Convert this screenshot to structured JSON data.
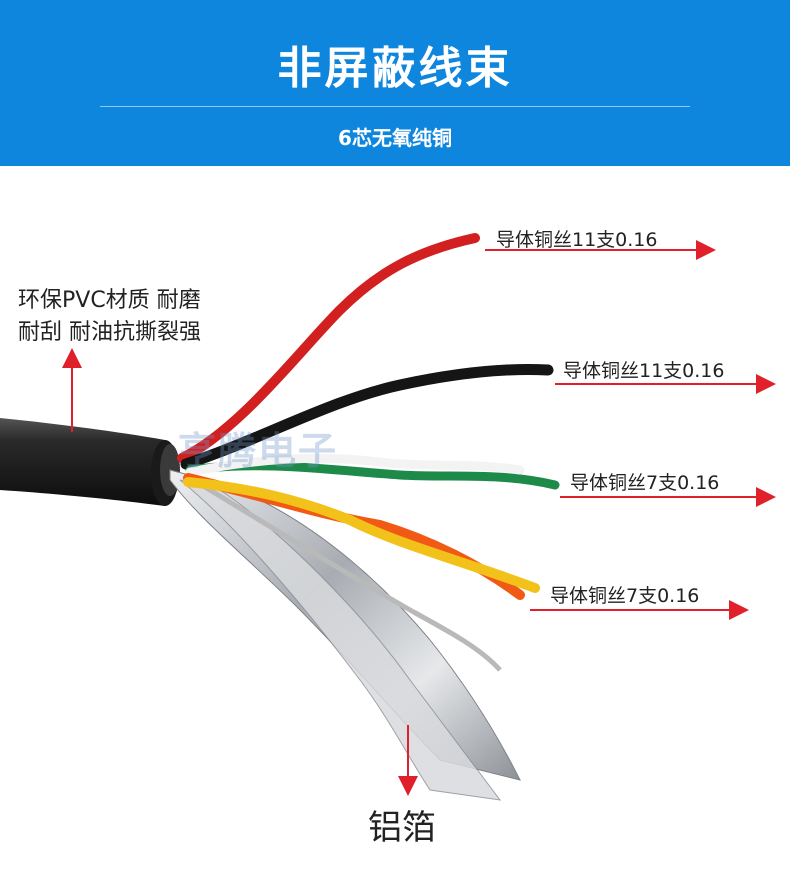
{
  "banner": {
    "title": "非屏蔽线束",
    "subtitle": "6芯无氧纯铜"
  },
  "labels": {
    "conductor_red": "导体铜丝11支0.16",
    "conductor_black": "导体铜丝11支0.16",
    "conductor_green": "导体铜丝7支0.16",
    "conductor_yellow": "导体铜丝7支0.16",
    "jacket_line1": "环保PVC材质 耐磨",
    "jacket_line2": "耐刮 耐油抗撕裂强",
    "foil": "铝箔"
  },
  "watermark": "亨腾电子",
  "colors": {
    "banner_blue": "#0e86de",
    "arrow_red": "#e0202a",
    "wire_red": "#d21f1f",
    "wire_black": "#151515",
    "wire_green": "#1e8a4a",
    "wire_yellow": "#f2c21a",
    "wire_orange": "#f05a14",
    "foil_silver": "#c9ccd1"
  }
}
